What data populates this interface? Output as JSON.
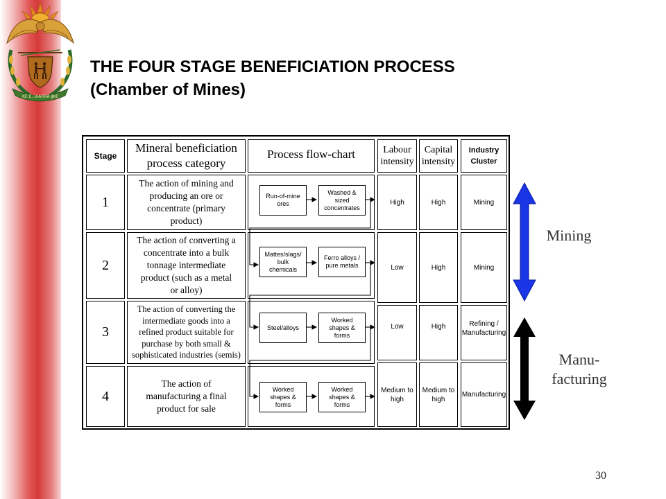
{
  "slide": {
    "title_line1": "THE FOUR STAGE BENEFICIATION PROCESS",
    "title_line2": "(Chamber of Mines)",
    "page_number": "30"
  },
  "emblem": {
    "motto_text": "KE E: IXARRA ǁKE",
    "icon": "coat-of-arms-icon"
  },
  "colors": {
    "mining_arrow": "#1a35e6",
    "manufacturing_arrow": "#000000",
    "sidebar": "#d63a3a"
  },
  "table": {
    "headers": {
      "stage": "Stage",
      "category_line1": "Mineral beneficiation",
      "category_line2": "process category",
      "flow": "Process flow-chart",
      "labour_line1": "Labour",
      "labour_line2": "intensity",
      "capital_line1": "Capital",
      "capital_line2": "intensity",
      "cluster_line1": "Industry",
      "cluster_line2": "Cluster"
    },
    "rows": [
      {
        "stage": "1",
        "description": [
          "The action of mining and",
          "producing an ore or",
          "concentrate (primary",
          "product)"
        ],
        "flow_from": [
          "Run-of-mine",
          "ores"
        ],
        "flow_to": [
          "Washed &",
          "sized",
          "concentrates"
        ],
        "labour": [
          "High"
        ],
        "capital": [
          "High"
        ],
        "cluster": [
          "Mining"
        ]
      },
      {
        "stage": "2",
        "description": [
          "The action of converting a",
          "concentrate into a bulk",
          "tonnage intermediate",
          "product (such as a metal",
          "or alloy)"
        ],
        "flow_from": [
          "Mattes/slags/",
          "bulk",
          "chemicals"
        ],
        "flow_to": [
          "Ferro alloys /",
          "pure metals"
        ],
        "labour": [
          "Low"
        ],
        "capital": [
          "High"
        ],
        "cluster": [
          "Mining"
        ]
      },
      {
        "stage": "3",
        "description": [
          "The action of converting the",
          "intermediate goods into a",
          "refined product suitable for",
          "purchase by both small &",
          "sophisticated industries (semis)"
        ],
        "flow_from": [
          "Steel/alloys"
        ],
        "flow_to": [
          "Worked",
          "shapes &",
          "forms"
        ],
        "labour": [
          "Low"
        ],
        "capital": [
          "High"
        ],
        "cluster": [
          "Refining /",
          "Manufacturing"
        ]
      },
      {
        "stage": "4",
        "description": [
          "The action of",
          "manufacturing a final",
          "product for sale"
        ],
        "flow_from": [
          "Worked",
          "shapes &",
          "forms"
        ],
        "flow_to": [
          "Worked",
          "shapes &",
          "forms"
        ],
        "labour": [
          "Medium to",
          "high"
        ],
        "capital": [
          "Medium to",
          "high"
        ],
        "cluster": [
          "Manufacturing"
        ]
      }
    ]
  },
  "side_labels": {
    "mining": "Mining",
    "manufacturing_line1": "Manu-",
    "manufacturing_line2": "facturing"
  }
}
